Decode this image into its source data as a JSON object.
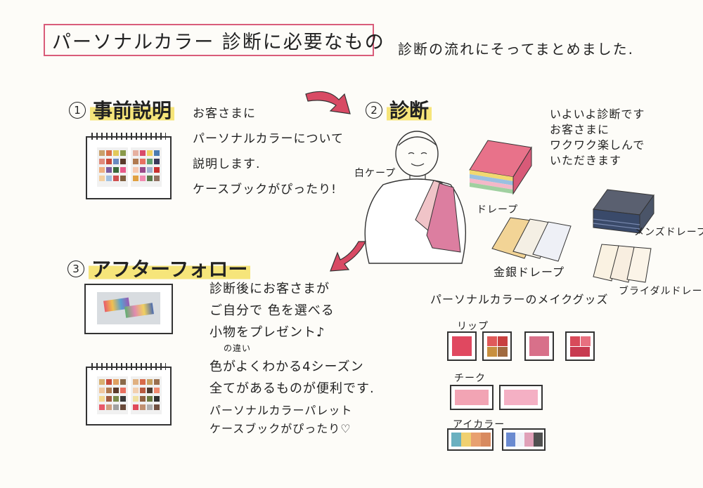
{
  "header": {
    "title": "パーソナルカラー 診断に必要なもの",
    "subtitle": "診断の流れにそってまとめました."
  },
  "steps": [
    {
      "number": "1",
      "label": "事前説明",
      "lines": [
        "お客さまに",
        "パーソナルカラーについて",
        "説明します.",
        "ケースブックがぴったり!"
      ]
    },
    {
      "number": "2",
      "label": "診断",
      "note_lines": [
        "いよいよ診断です",
        "お客さまに",
        "ワクワク楽しんで",
        "いただきます"
      ]
    },
    {
      "number": "3",
      "label": "アフターフォロー",
      "lines_a": [
        "診断後にお客さまが",
        "ご自分で 色を選べる",
        "小物をプレゼント♪"
      ],
      "insert": "の違い",
      "lines_b": [
        "色がよくわかる4シーズン",
        "全てがあるものが便利です."
      ],
      "lines_c": [
        "パーソナルカラーパレット",
        "ケースブックがぴったり♡"
      ]
    }
  ],
  "labels": {
    "white_cape": "白ケープ",
    "drape": "ドレープ",
    "gold_silver": "金銀ドレープ",
    "mens": "メンズドレープ",
    "bridal": "ブライダルドレープ",
    "goods_title": "パーソナルカラーのメイクグッズ",
    "lip": "リップ",
    "cheek": "チーク",
    "eye": "アイカラー"
  },
  "colors": {
    "accent_pink": "#d95c7a",
    "highlight": "#f6e57a",
    "arrow": "#d84a64"
  }
}
